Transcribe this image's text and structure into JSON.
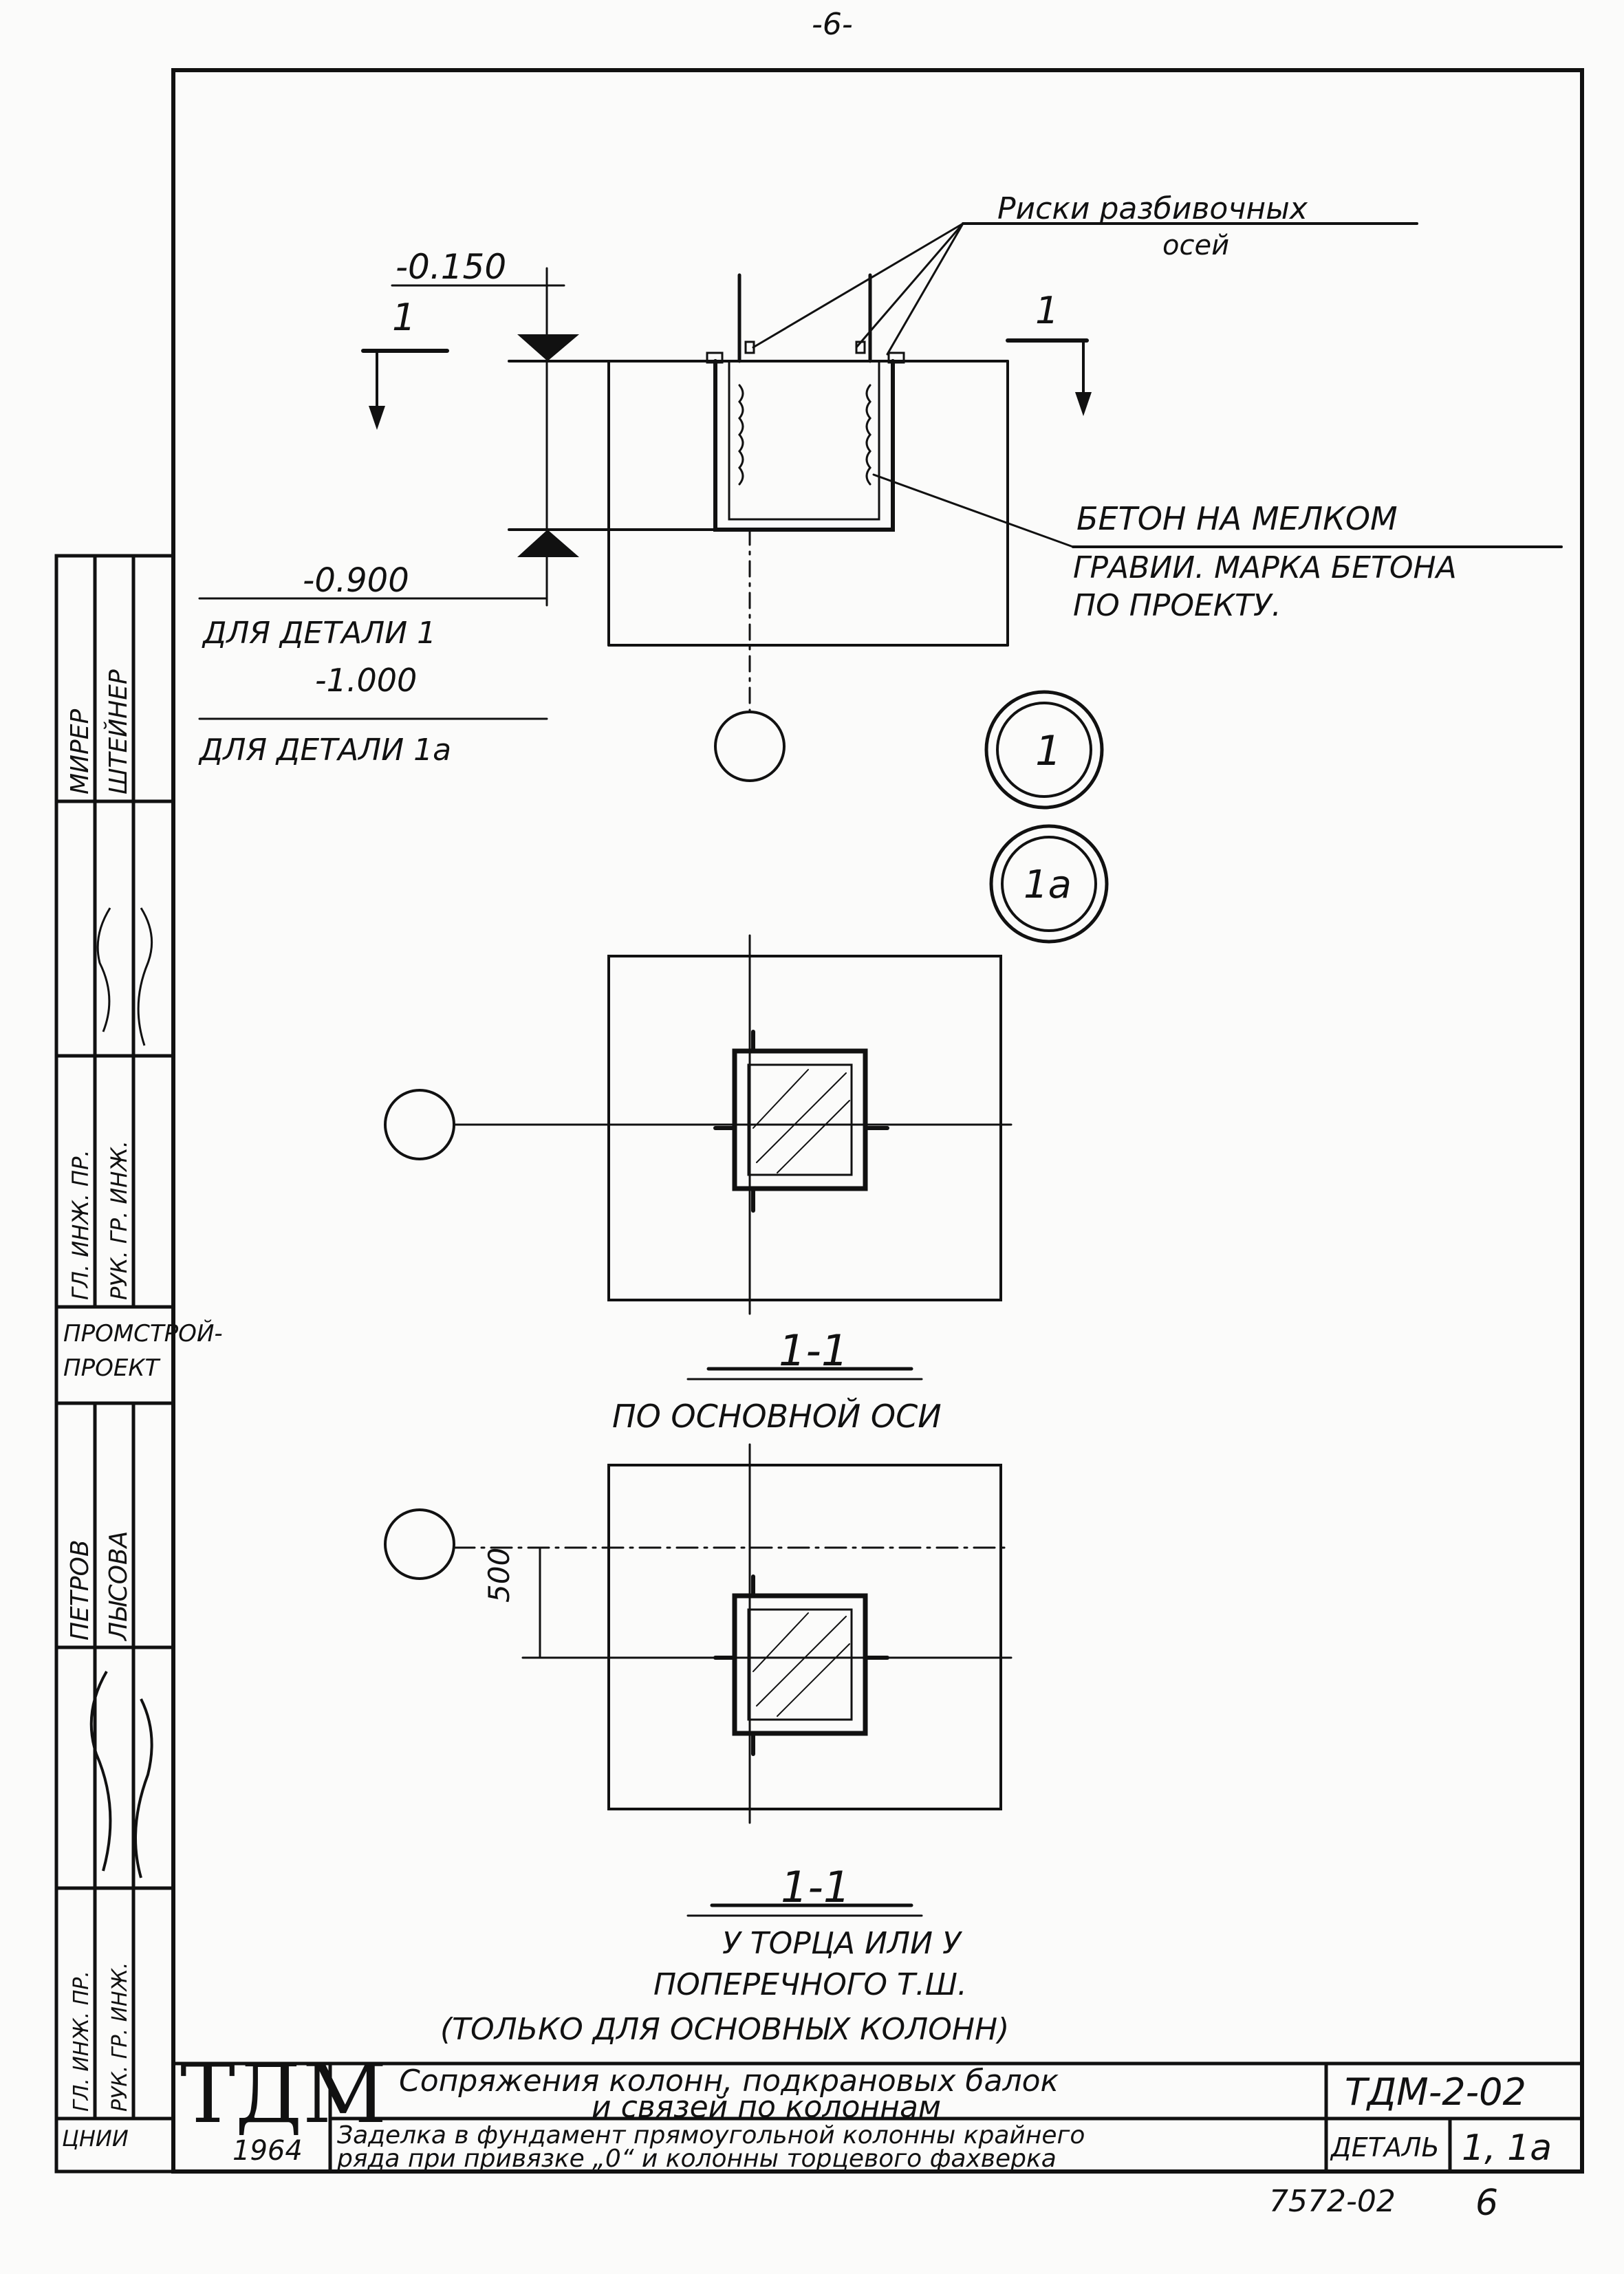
{
  "page_number": "-6-",
  "labels": {
    "axis_marks": [
      "Риски разбивочных",
      "осей"
    ],
    "concrete_note": [
      "БЕТОН НА МЕЛКОМ",
      "ГРАВИИ. МАРКА БЕТОНА",
      "ПО ПРОЕКТУ."
    ],
    "level_top": "-0.150",
    "level_900": "-0.900",
    "for_detail_1": "ДЛЯ ДЕТАЛИ 1",
    "level_1000": "-1.000",
    "for_detail_1a": "ДЛЯ ДЕТАЛИ 1a",
    "cut_mark": "1",
    "detail_1": "1",
    "detail_1a": "1a",
    "dim_500": "500"
  },
  "sections": {
    "section_1_title": "1-1",
    "section_1_sub": "ПО ОСНОВНОЙ ОСИ",
    "section_2_title": "1-1",
    "section_2_sub": [
      "У ТОРЦА ИЛИ У",
      "ПОПЕРЕЧНОГО Т.Ш.",
      "(ТОЛЬКО ДЛЯ ОСНОВНЫХ КОЛОНН)"
    ]
  },
  "side_stamp": {
    "col_a": [
      "ГЛ. ИНЖ. ПР.",
      "РУК. ГР. ИНЖ."
    ],
    "col_b": [
      "ГЛ. ИНЖ. ПР.",
      "РУК. ГР. ИНЖ."
    ],
    "names_a": [
      "МИРЕР",
      "ШТЕЙНЕР"
    ],
    "names_b": [
      "ПЕТРОВ",
      "ЛЫСОВА"
    ],
    "org": [
      "ПРОМСТРОЙ-",
      "ПРОЕКТ"
    ]
  },
  "title_block": {
    "logo": "ТДМ",
    "year": "1964",
    "left_bottom": "ЦНИИ",
    "title_line1": "Сопряжения колонн, подкрановых балок",
    "title_line2": "и связей по колоннам",
    "desc_line1": "Заделка в фундамент прямоугольной колонны крайнего",
    "desc_line2": "ряда при привязке „0“ и колонны торцевого фахверка",
    "code": "ТДМ-2-02",
    "detail_label": "ДЕТАЛЬ",
    "detail_value": "1, 1a"
  },
  "footer_code": "7572-02",
  "footer_page": "6"
}
